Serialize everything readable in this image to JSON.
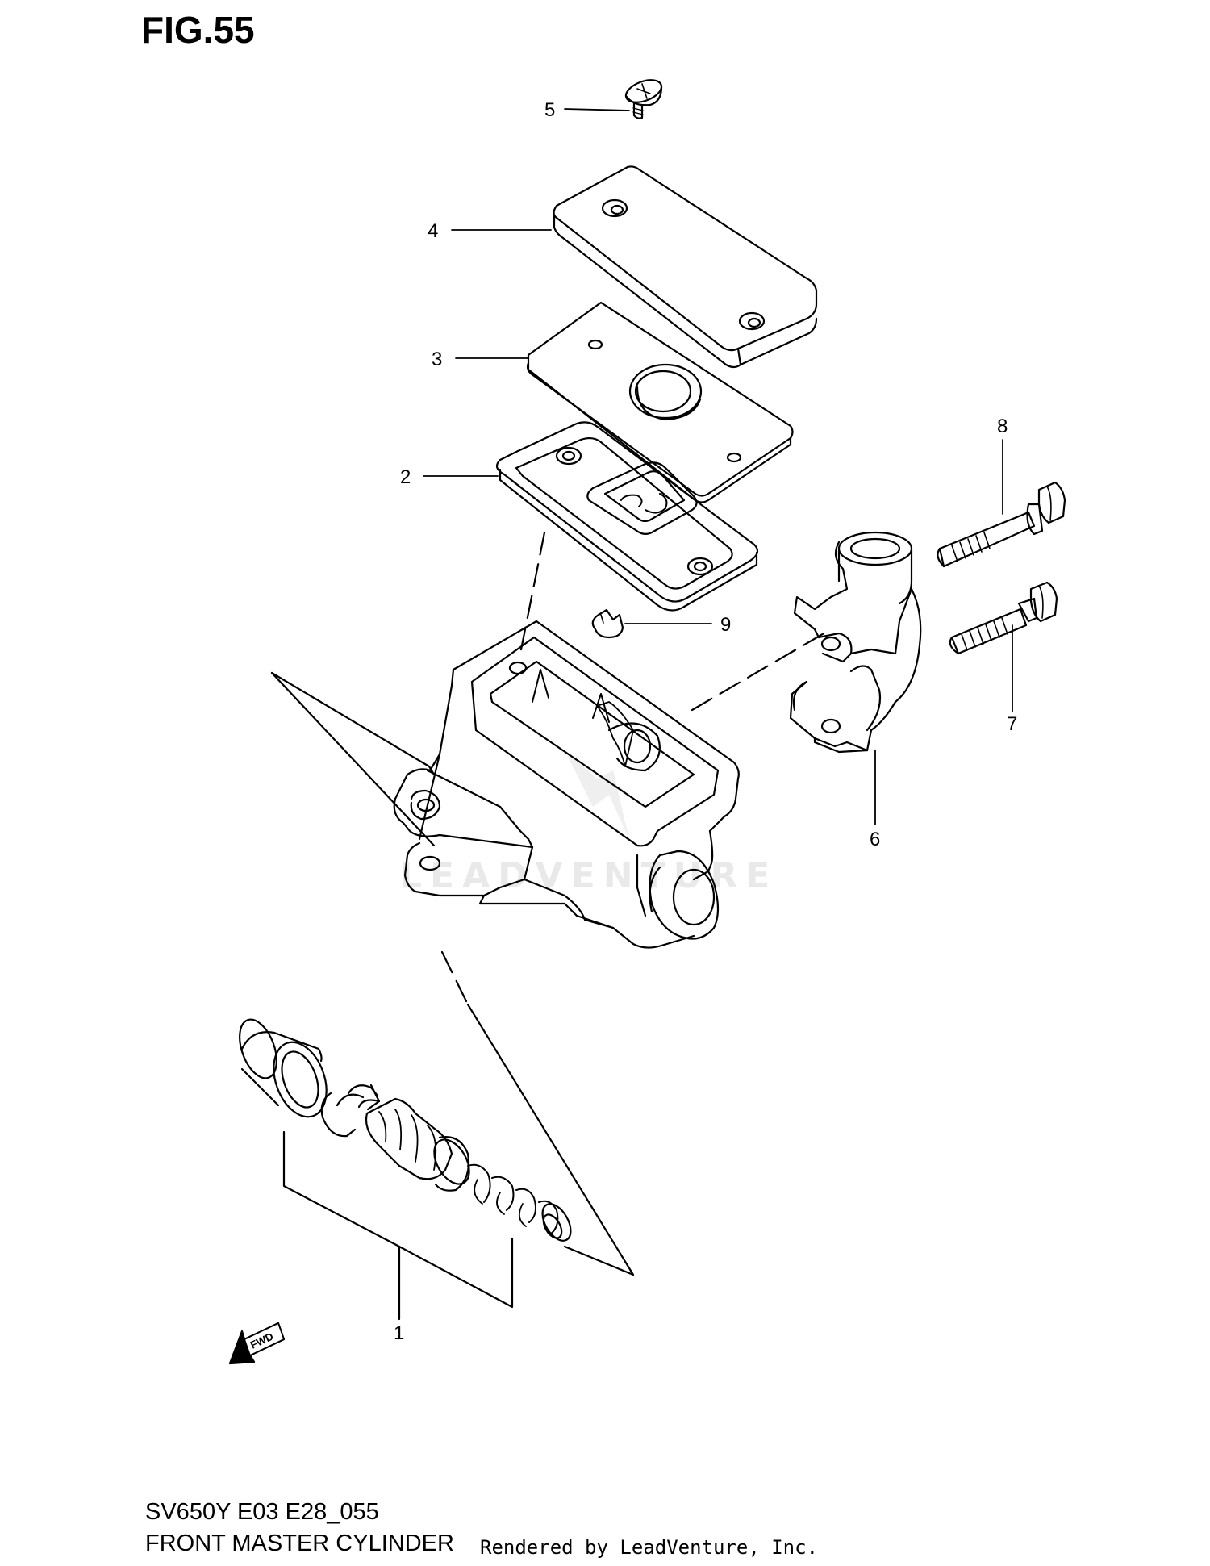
{
  "figure": {
    "title": "FIG.55"
  },
  "callouts": [
    {
      "id": "1",
      "label": "1"
    },
    {
      "id": "2",
      "label": "2"
    },
    {
      "id": "3",
      "label": "3"
    },
    {
      "id": "4",
      "label": "4"
    },
    {
      "id": "5",
      "label": "5"
    },
    {
      "id": "6",
      "label": "6"
    },
    {
      "id": "7",
      "label": "7"
    },
    {
      "id": "8",
      "label": "8"
    },
    {
      "id": "9",
      "label": "9"
    }
  ],
  "footer": {
    "model_code": "SV650Y E03 E28_055",
    "section_name": "FRONT MASTER CYLINDER",
    "rendered_by": "Rendered by LeadVenture, Inc."
  },
  "watermark": {
    "text": "LEADVENTURE"
  },
  "direction_arrow": {
    "label": "FWD",
    "icon": "forward-arrow-icon"
  },
  "colors": {
    "ink": "#000000",
    "background": "#ffffff",
    "watermark": "#e9e9e9"
  }
}
